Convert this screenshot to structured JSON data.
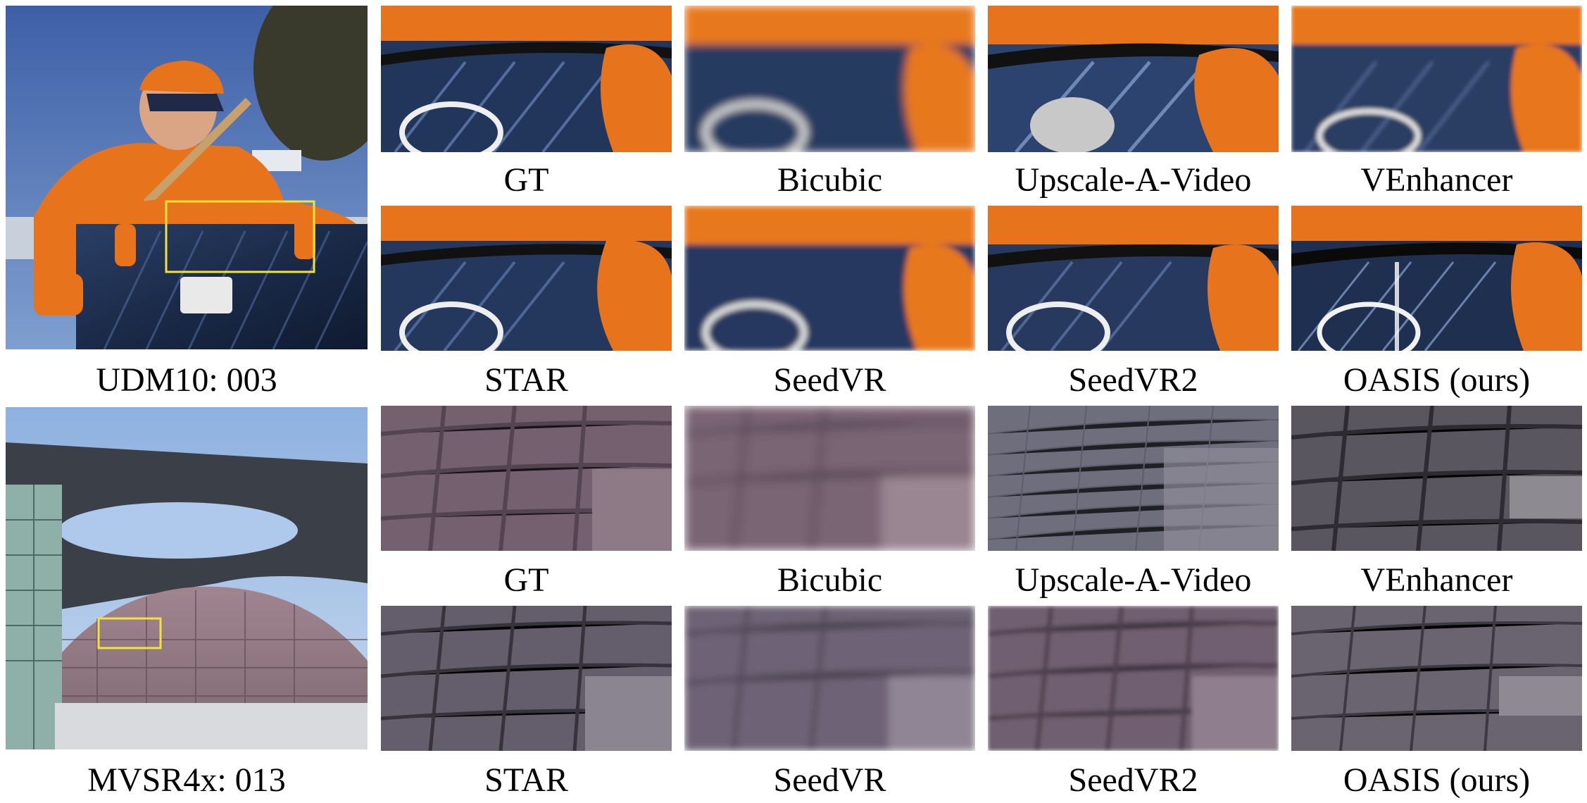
{
  "figure": {
    "row_groups": [
      {
        "dataset_label": "UDM10: 003",
        "top_row_labels": [
          "GT",
          "Bicubic",
          "Upscale-A-Video",
          "VEnhancer"
        ],
        "bottom_row_labels": [
          "STAR",
          "SeedVR",
          "SeedVR2",
          "OASIS (ours)"
        ]
      },
      {
        "dataset_label": "MVSR4x: 013",
        "top_row_labels": [
          "GT",
          "Bicubic",
          "Upscale-A-Video",
          "VEnhancer"
        ],
        "bottom_row_labels": [
          "STAR",
          "SeedVR",
          "SeedVR2",
          "OASIS (ours)"
        ]
      }
    ],
    "colors": {
      "highlight_box": "#f2e23a",
      "drum_orange": "#e8731d",
      "drum_blue": "#1e2f4f",
      "sky_blue": "#5a7bb8",
      "dome_mauve": "#8a6a74",
      "window_gray": "#6f6e7c"
    }
  }
}
